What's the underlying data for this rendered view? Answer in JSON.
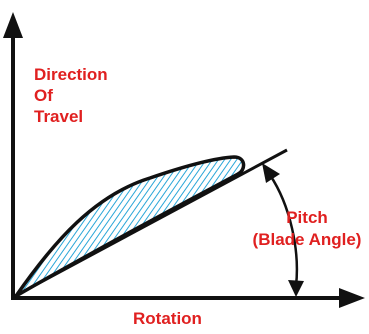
{
  "labels": {
    "direction_line1": "Direction",
    "direction_line2": "Of",
    "direction_line3": "Travel",
    "pitch_line1": "Pitch",
    "pitch_line2": "(Blade Angle)",
    "rotation": "Rotation"
  },
  "colors": {
    "label": "#e02020",
    "line": "#111111",
    "hatch": "#2aa6d8",
    "background": "#ffffff"
  }
}
